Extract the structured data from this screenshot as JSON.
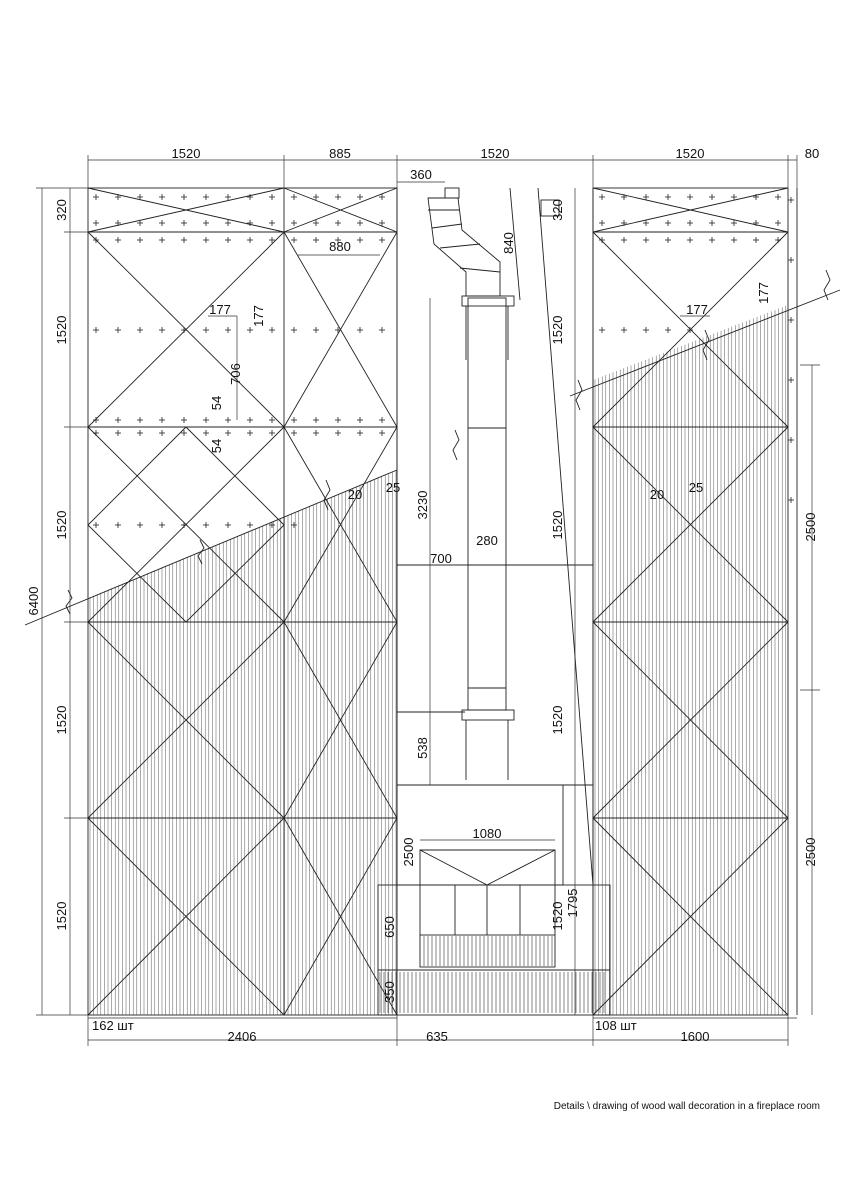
{
  "caption": "Details \\ drawing of wood wall decoration in a fireplace room",
  "colors": {
    "line": "#222222",
    "fill_lines": "#555555",
    "background": "#ffffff"
  },
  "top_dimensions": [
    "1520",
    "885",
    "1520",
    "1520",
    "80"
  ],
  "top_details": {
    "pipe_width": "360",
    "panel_width": "880",
    "bend_height": "840"
  },
  "left_dimensions": {
    "top_strip": "320",
    "rows": [
      "1520",
      "1520",
      "1520",
      "1520"
    ],
    "total": "6400"
  },
  "middle_dimensions": {
    "top_strip": "320",
    "rows": [
      "1520",
      "1520",
      "1520",
      "1520"
    ],
    "pipe_length": "3230",
    "pipe_diameter": "280",
    "opening": "700",
    "sleeve": "538",
    "hearth_height": "2500",
    "firebox_width": "1080",
    "firebox_height": "1795",
    "firebox_lower": "650",
    "base": "350"
  },
  "right_dimensions": {
    "upper": "2500",
    "lower": "2500"
  },
  "panel_details": {
    "left": {
      "spacing_a": "177",
      "spacing_b": "177",
      "height": "706",
      "gap_a": "54",
      "gap_b": "54",
      "slat_a": "20",
      "slat_b": "25"
    },
    "right": {
      "spacing_a": "177",
      "spacing_b": "177",
      "slat_a": "20",
      "slat_b": "25"
    }
  },
  "bottom_dimensions": {
    "left_count": "162 шт",
    "left_width": "2406",
    "middle_width": "635",
    "right_count": "108 шт",
    "right_width": "1600"
  }
}
